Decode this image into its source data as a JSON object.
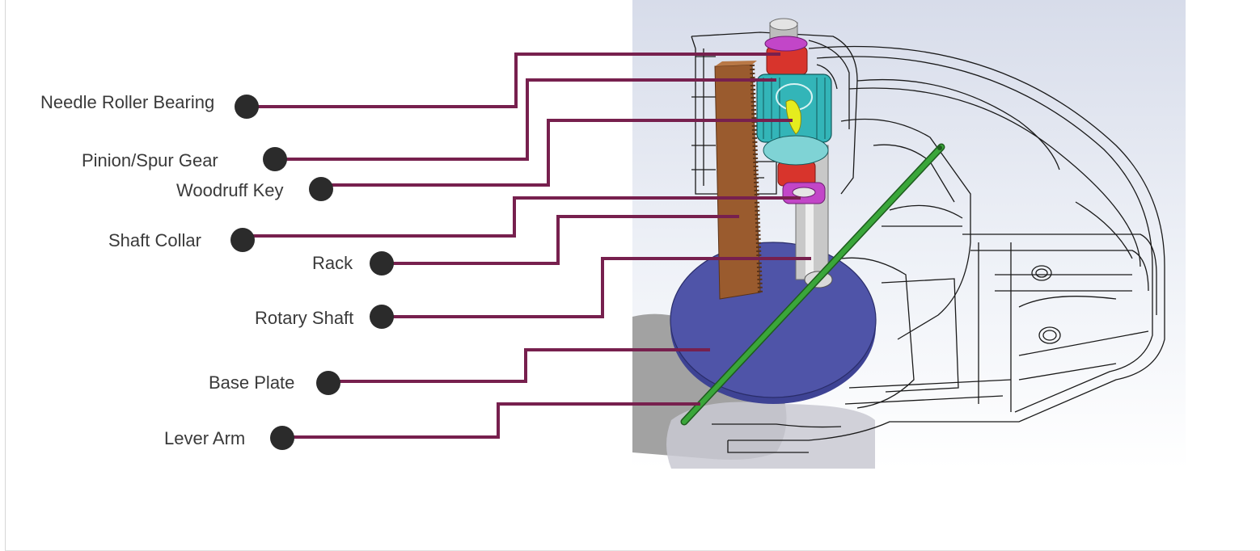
{
  "callouts": [
    {
      "id": "bearing",
      "label": "Needle Roller Bearing"
    },
    {
      "id": "pinion",
      "label": "Pinion/Spur Gear"
    },
    {
      "id": "key",
      "label": "Woodruff Key"
    },
    {
      "id": "collar",
      "label": "Shaft Collar"
    },
    {
      "id": "rack",
      "label": "Rack"
    },
    {
      "id": "shaft",
      "label": "Rotary Shaft"
    },
    {
      "id": "base",
      "label": "Base Plate"
    },
    {
      "id": "lever",
      "label": "Lever Arm"
    }
  ],
  "colors": {
    "leader": "#77204e",
    "dot": "#2b2b2b",
    "label_text": "#3a3a3a",
    "wireframe": "#1a1a1a",
    "base_plate": "#4f54a8",
    "rack": "#9a5b2e",
    "lever_arm": "#3aa63a",
    "shaft": "#c8c8c8",
    "bearing": "#d8342c",
    "collar": "#c246c8",
    "gear": "#33b5b8",
    "key": "#e5ec1e",
    "background_tint": "#dde3ee"
  }
}
